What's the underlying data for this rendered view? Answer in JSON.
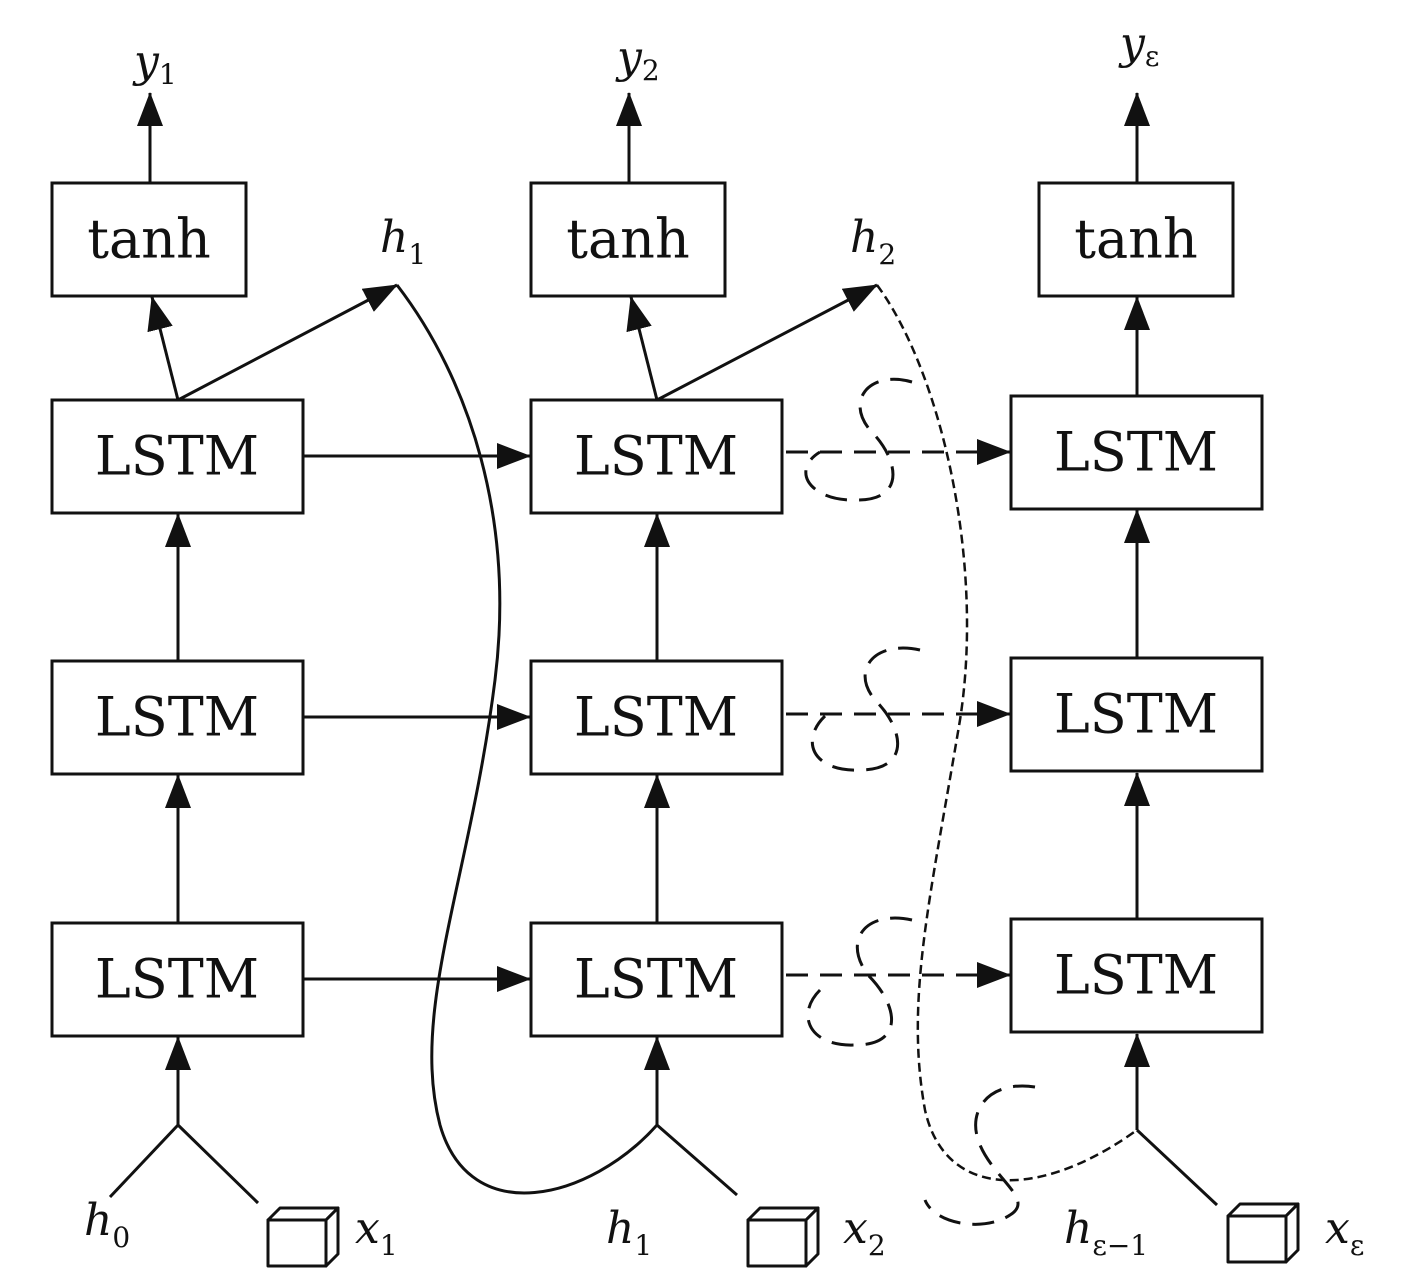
{
  "nodes": {
    "tanh_label": "tanh",
    "lstm_label": "LSTM"
  },
  "outputs": [
    {
      "base": "y",
      "sub": "1"
    },
    {
      "base": "y",
      "sub": "2"
    },
    {
      "base": "y",
      "sub": "ε"
    }
  ],
  "hidden_outputs": [
    {
      "base": "h",
      "sub": "1"
    },
    {
      "base": "h",
      "sub": "2"
    }
  ],
  "inputs": [
    {
      "h": {
        "base": "h",
        "sub": "0"
      },
      "x": {
        "base": "x",
        "sub": "1"
      }
    },
    {
      "h": {
        "base": "h",
        "sub": "1"
      },
      "x": {
        "base": "x",
        "sub": "2"
      }
    },
    {
      "h": {
        "base": "h",
        "sub": "ε−1"
      },
      "x": {
        "base": "x",
        "sub": "ε"
      }
    }
  ],
  "colors": {
    "stroke": "#111111",
    "background": "#ffffff"
  },
  "icons": [
    "cube-icon"
  ]
}
